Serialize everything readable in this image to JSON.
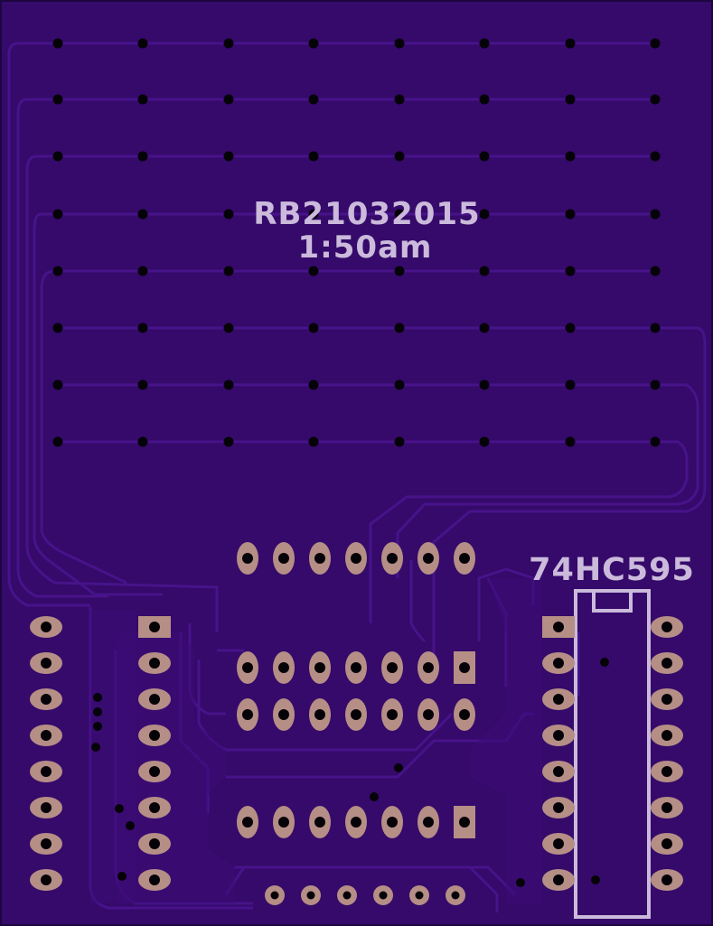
{
  "board": {
    "label_line1": "RB21032015",
    "label_line2": "1:50am",
    "ic_label": "74HC595"
  },
  "colors": {
    "board": "#350a6a",
    "board_edge": "#1d0640",
    "trace": "#47138a",
    "pad": "#b58e86",
    "silkscreen": "#cbbadb",
    "hole": "#050308"
  },
  "counts": {
    "led_matrix_rows": 8,
    "led_matrix_cols": 8,
    "left_header_pins": 8,
    "ic_pins_per_side": 8
  }
}
